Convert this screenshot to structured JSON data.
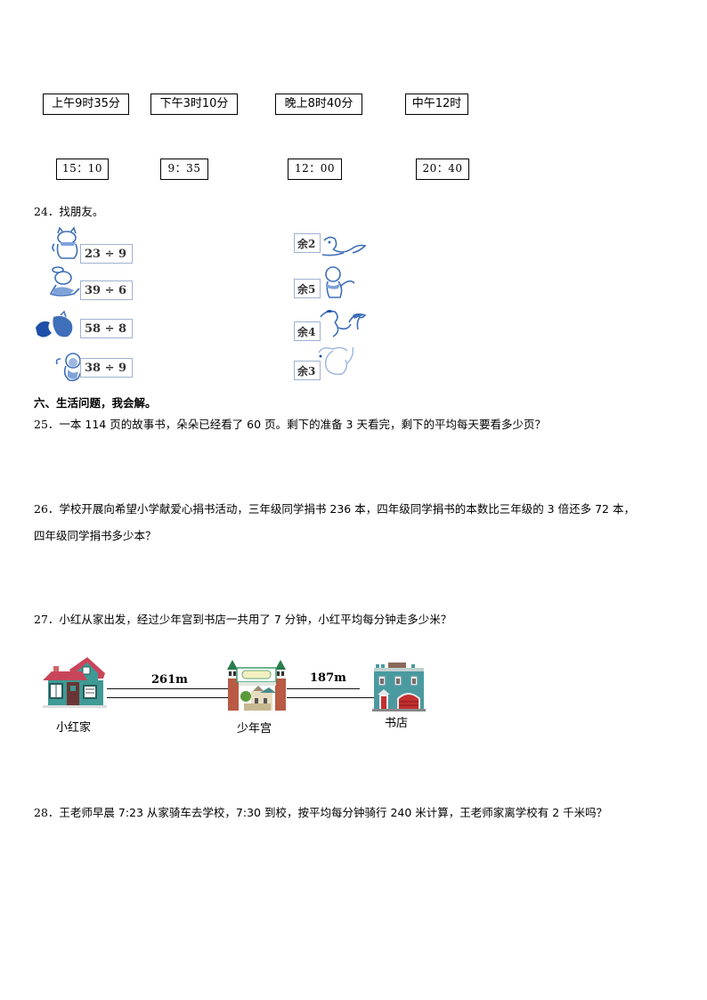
{
  "time_matching": {
    "top_row": [
      "上午9时35分",
      "下午3时10分",
      "晚上8时40分",
      "中午12时"
    ],
    "bottom_row": [
      "15：10",
      "9：35",
      "12：00",
      "20：40"
    ]
  },
  "q24": {
    "number": "24．",
    "text": "找朋友。",
    "left_items": [
      {
        "expr": "23 ÷ 9",
        "animal": "cat"
      },
      {
        "expr": "39 ÷ 6",
        "animal": "rabbit"
      },
      {
        "expr": "58 ÷ 8",
        "animal": "squirrel"
      },
      {
        "expr": "38 ÷ 9",
        "animal": "monkey"
      }
    ],
    "right_items": [
      {
        "label": "余2",
        "animal": "squirrel"
      },
      {
        "label": "余5",
        "animal": "monkey"
      },
      {
        "label": "余4",
        "animal": "squirrel"
      },
      {
        "label": "余3",
        "animal": "mouse"
      }
    ]
  },
  "section6": {
    "title": "六、生活问题，我会解。"
  },
  "q25": {
    "number": "25．",
    "text": "一本 114 页的故事书，朵朵已经看了 60 页。剩下的准备 3 天看完，剩下的平均每天要看多少页？"
  },
  "q26": {
    "number": "26．",
    "line1": "学校开展向希望小学献爱心捐书活动，三年级同学捐书 236 本，四年级同学捐书的本数比三年级的 3 倍还多 72 本，",
    "line2": "四年级同学捐书多少本？"
  },
  "q27": {
    "number": "27．",
    "text": "小红从家出发，经过少年宫到书店一共用了 7 分钟，小红平均每分钟走多少米？",
    "diagram": {
      "places": [
        "小红家",
        "少年宫",
        "书店"
      ],
      "distances": [
        "261m",
        "187m"
      ]
    }
  },
  "q28": {
    "number": "28．",
    "text": "王老师早晨 7:23 从家骑车去学校，7:30 到校，按平均每分钟骑行 240 米计算，王老师家离学校有 2 千米吗？"
  },
  "colors": {
    "illustration_blue": "#3f6fb8",
    "house_teal": "#3f9a95",
    "roof_red": "#c9465a",
    "brick": "#b85a44",
    "store_teal": "#4a9aa0"
  }
}
